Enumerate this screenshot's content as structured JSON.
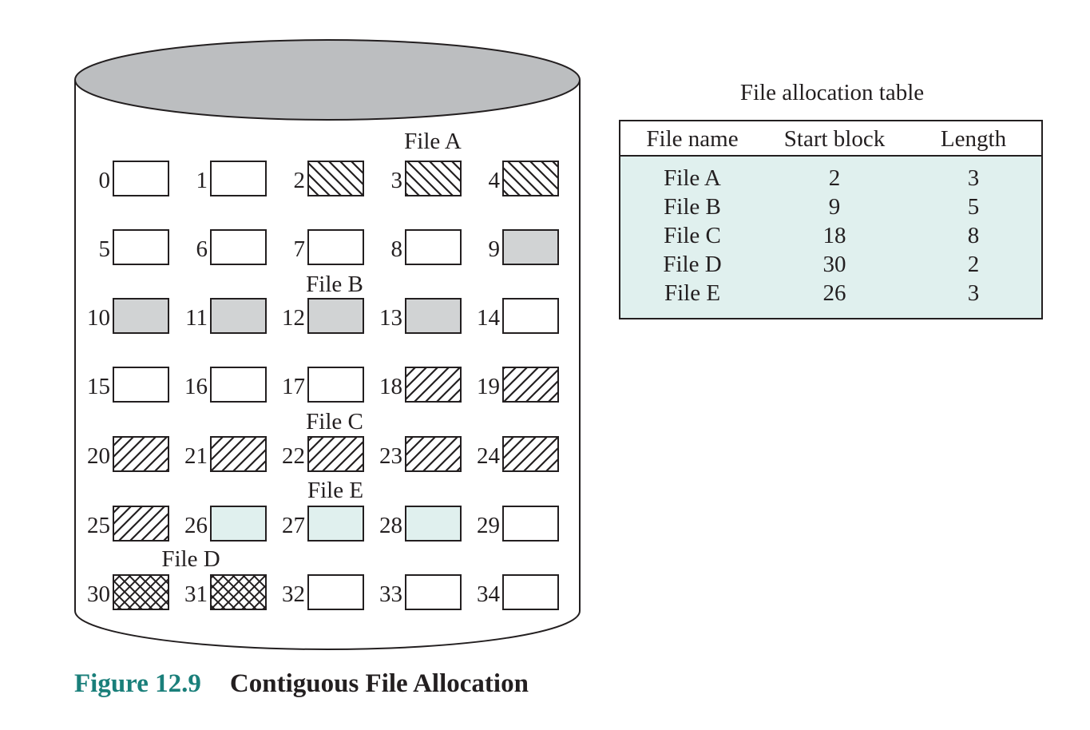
{
  "diagram": {
    "file_labels": [
      {
        "text": "File A",
        "file": "A"
      },
      {
        "text": "File B",
        "file": "B"
      },
      {
        "text": "File C",
        "file": "C"
      },
      {
        "text": "File E",
        "file": "E"
      },
      {
        "text": "File D",
        "file": "D"
      }
    ],
    "blocks": [
      {
        "n": "0",
        "fill": "empty"
      },
      {
        "n": "1",
        "fill": "empty"
      },
      {
        "n": "2",
        "fill": "fileA"
      },
      {
        "n": "3",
        "fill": "fileA"
      },
      {
        "n": "4",
        "fill": "fileA"
      },
      {
        "n": "5",
        "fill": "empty"
      },
      {
        "n": "6",
        "fill": "empty"
      },
      {
        "n": "7",
        "fill": "empty"
      },
      {
        "n": "8",
        "fill": "empty"
      },
      {
        "n": "9",
        "fill": "fileB"
      },
      {
        "n": "10",
        "fill": "fileB"
      },
      {
        "n": "11",
        "fill": "fileB"
      },
      {
        "n": "12",
        "fill": "fileB"
      },
      {
        "n": "13",
        "fill": "fileB"
      },
      {
        "n": "14",
        "fill": "empty"
      },
      {
        "n": "15",
        "fill": "empty"
      },
      {
        "n": "16",
        "fill": "empty"
      },
      {
        "n": "17",
        "fill": "empty"
      },
      {
        "n": "18",
        "fill": "fileC"
      },
      {
        "n": "19",
        "fill": "fileC"
      },
      {
        "n": "20",
        "fill": "fileC"
      },
      {
        "n": "21",
        "fill": "fileC"
      },
      {
        "n": "22",
        "fill": "fileC"
      },
      {
        "n": "23",
        "fill": "fileC"
      },
      {
        "n": "24",
        "fill": "fileC"
      },
      {
        "n": "25",
        "fill": "fileC"
      },
      {
        "n": "26",
        "fill": "fileE"
      },
      {
        "n": "27",
        "fill": "fileE"
      },
      {
        "n": "28",
        "fill": "fileE"
      },
      {
        "n": "29",
        "fill": "empty"
      },
      {
        "n": "30",
        "fill": "fileD"
      },
      {
        "n": "31",
        "fill": "fileD"
      },
      {
        "n": "32",
        "fill": "empty"
      },
      {
        "n": "33",
        "fill": "empty"
      },
      {
        "n": "34",
        "fill": "empty"
      }
    ],
    "colors": {
      "disk_top": "#bcbec0",
      "fileB": "#d1d3d4",
      "fileE": "#e0f0ee",
      "stroke": "#231f20"
    }
  },
  "allocation_table": {
    "title": "File allocation table",
    "headers": [
      "File name",
      "Start block",
      "Length"
    ],
    "rows": [
      [
        "File A",
        "2",
        "3"
      ],
      [
        "File B",
        "9",
        "5"
      ],
      [
        "File C",
        "18",
        "8"
      ],
      [
        "File D",
        "30",
        "2"
      ],
      [
        "File E",
        "26",
        "3"
      ]
    ],
    "background": "#e0f0ee"
  },
  "caption": {
    "number": "Figure 12.9",
    "title": "Contiguous File Allocation",
    "number_color": "#1a7f7a"
  }
}
